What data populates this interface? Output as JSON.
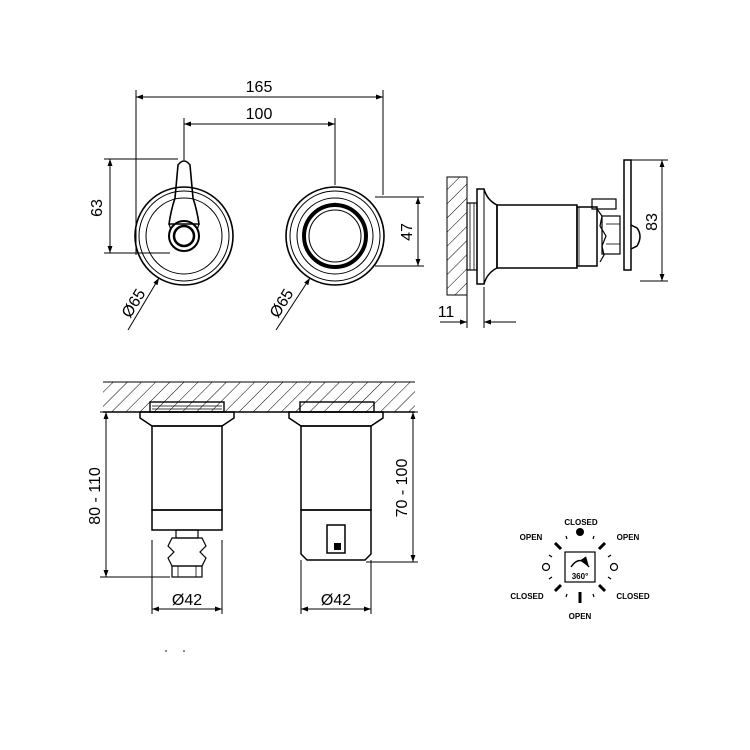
{
  "dimensions": {
    "overall_width": "165",
    "centers": "100",
    "handle_height": "63",
    "rosette_height": "47",
    "left_rosette_diameter": "Ø65",
    "right_rosette_diameter": "Ø65",
    "side_projection": "83",
    "wall_offset": "11",
    "body_length_left": "80 - 110",
    "body_length_right": "70 - 100",
    "left_body_diameter": "Ø42",
    "right_body_diameter": "Ø42"
  },
  "rotation_diagram": {
    "labels": {
      "top": "CLOSED",
      "top_left": "OPEN",
      "top_right": "OPEN",
      "left": "CLOSED",
      "right": "CLOSED",
      "bottom": "OPEN"
    },
    "rotation": "360°"
  }
}
